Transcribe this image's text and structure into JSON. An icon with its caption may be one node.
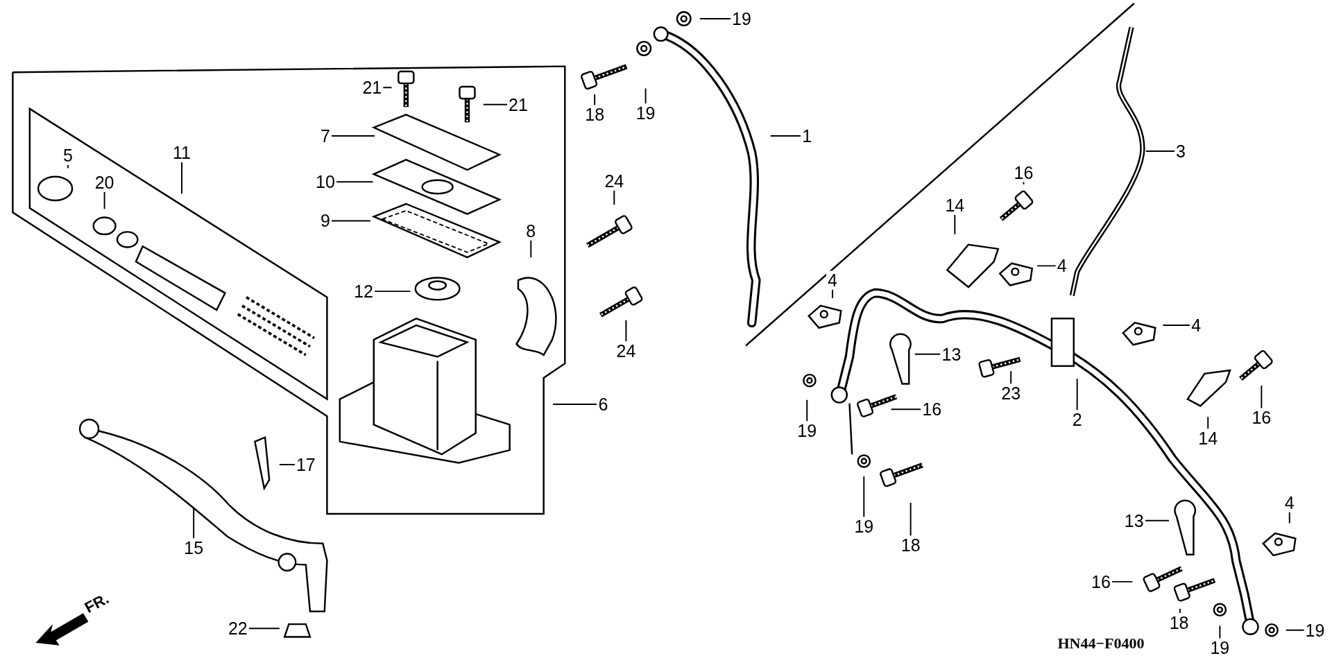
{
  "diagram": {
    "nodes": [
      {
        "text": [
          "19"
        ]
      },
      {
        "text": [
          "18"
        ]
      },
      {
        "text": [
          "19"
        ]
      },
      {
        "text": [
          "1"
        ]
      },
      {
        "text": [
          "21"
        ]
      },
      {
        "text": [
          "21"
        ]
      },
      {
        "text": [
          "7"
        ]
      },
      {
        "text": [
          "11"
        ]
      },
      {
        "text": [
          "5"
        ]
      },
      {
        "text": [
          "20"
        ]
      },
      {
        "text": [
          "10"
        ]
      },
      {
        "text": [
          "9"
        ]
      },
      {
        "text": [
          "24"
        ]
      },
      {
        "text": [
          "16"
        ]
      },
      {
        "text": [
          "14"
        ]
      },
      {
        "text": [
          "3"
        ]
      },
      {
        "text": [
          "8"
        ]
      },
      {
        "text": [
          "4"
        ]
      },
      {
        "text": [
          "4"
        ]
      },
      {
        "text": [
          "12"
        ]
      },
      {
        "text": [
          "24"
        ]
      },
      {
        "text": [
          "4"
        ]
      },
      {
        "text": [
          "13"
        ]
      },
      {
        "text": [
          "23"
        ]
      },
      {
        "text": [
          "2"
        ]
      },
      {
        "text": [
          "19"
        ]
      },
      {
        "text": [
          "16"
        ]
      },
      {
        "text": [
          "6"
        ]
      },
      {
        "text": [
          "14"
        ]
      },
      {
        "text": [
          "16"
        ]
      },
      {
        "text": [
          "17"
        ]
      },
      {
        "text": [
          "19"
        ]
      },
      {
        "text": [
          "18"
        ]
      },
      {
        "text": [
          "15"
        ]
      },
      {
        "text": [
          "13"
        ]
      },
      {
        "text": [
          "4"
        ]
      },
      {
        "text": [
          "16"
        ]
      },
      {
        "text": [
          "18"
        ]
      },
      {
        "text": [
          "22"
        ]
      },
      {
        "text": [
          "19"
        ]
      },
      {
        "text": [
          "19"
        ]
      }
    ],
    "edges": [
      {
        "from": 0,
        "to": null,
        "arrow": "none"
      },
      {
        "from": 1,
        "to": null,
        "arrow": "none"
      },
      {
        "from": 2,
        "to": null,
        "arrow": "none"
      },
      {
        "from": 3,
        "to": null,
        "arrow": "none"
      },
      {
        "from": 4,
        "to": null,
        "arrow": "none"
      },
      {
        "from": 5,
        "to": null,
        "arrow": "none"
      },
      {
        "from": 6,
        "to": null,
        "arrow": "none"
      },
      {
        "from": 7,
        "to": null,
        "arrow": "none"
      },
      {
        "from": 8,
        "to": null,
        "arrow": "none"
      },
      {
        "from": 9,
        "to": null,
        "arrow": "none"
      },
      {
        "from": 10,
        "to": null,
        "arrow": "none"
      },
      {
        "from": 11,
        "to": null,
        "arrow": "none"
      },
      {
        "from": 12,
        "to": null,
        "arrow": "none"
      },
      {
        "from": 13,
        "to": null,
        "arrow": "none"
      },
      {
        "from": 14,
        "to": null,
        "arrow": "none"
      },
      {
        "from": 15,
        "to": null,
        "arrow": "none"
      },
      {
        "from": 16,
        "to": null,
        "arrow": "none"
      },
      {
        "from": 17,
        "to": null,
        "arrow": "none"
      },
      {
        "from": 18,
        "to": null,
        "arrow": "none"
      },
      {
        "from": 19,
        "to": null,
        "arrow": "none"
      },
      {
        "from": 20,
        "to": null,
        "arrow": "none"
      },
      {
        "from": 21,
        "to": null,
        "arrow": "none"
      },
      {
        "from": 22,
        "to": null,
        "arrow": "none"
      },
      {
        "from": 23,
        "to": null,
        "arrow": "none"
      },
      {
        "from": 24,
        "to": null,
        "arrow": "none"
      },
      {
        "from": 25,
        "to": null,
        "arrow": "none"
      },
      {
        "from": 26,
        "to": null,
        "arrow": "none"
      },
      {
        "from": 27,
        "to": null,
        "arrow": "none"
      },
      {
        "from": 28,
        "to": null,
        "arrow": "none"
      },
      {
        "from": 29,
        "to": null,
        "arrow": "none"
      },
      {
        "from": 30,
        "to": null,
        "arrow": "none"
      },
      {
        "from": 31,
        "to": null,
        "arrow": "none"
      },
      {
        "from": 32,
        "to": null,
        "arrow": "none"
      },
      {
        "from": 33,
        "to": null,
        "arrow": "none"
      },
      {
        "from": 34,
        "to": null,
        "arrow": "none"
      },
      {
        "from": 35,
        "to": null,
        "arrow": "none"
      },
      {
        "from": 36,
        "to": null,
        "arrow": "none"
      },
      {
        "from": 37,
        "to": null,
        "arrow": "none"
      },
      {
        "from": 38,
        "to": null,
        "arrow": "none"
      },
      {
        "from": 39,
        "to": null,
        "arrow": "none"
      },
      {
        "from": 40,
        "to": null,
        "arrow": "none"
      }
    ],
    "labels": [
      "FR.",
      "HN44−F0400"
    ]
  }
}
